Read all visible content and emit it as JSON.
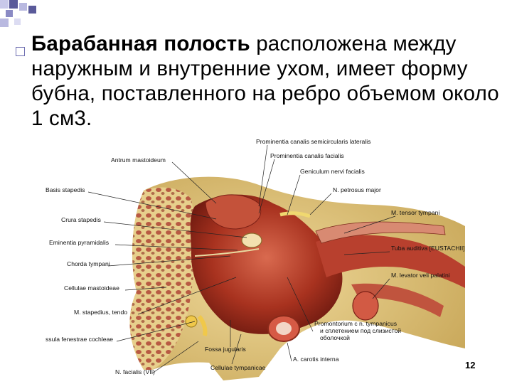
{
  "slide": {
    "title_bold": "Барабанная  полость",
    "title_rest": " расположена между наружным и внутренние ухом, имеет  форму  бубна,  поставленного на ребро объемом около 1 см3.",
    "page_number": "12"
  },
  "figure": {
    "labels_left": [
      "Antrum mastoideum",
      "Basis stapedis",
      "Crura stapedis",
      "Eminentia pyramidalis",
      "Chorda tympani",
      "Cellulae mastoideae",
      "M. stapedius, tendo",
      "ssula fenestrae cochleae",
      "N. facialis (VII)"
    ],
    "labels_top": [
      "Prominentia canalis semicircularis lateralis",
      "Prominentia canalis facialis",
      "Geniculum nervi facialis",
      "N. petrosus major"
    ],
    "labels_right": [
      "M. tensor tympani",
      "Tuba auditiva [EUSTACHII]",
      "M. levator veli palatini"
    ],
    "labels_bottom": [
      "Promontorium с n. tympanicus",
      "и сплетением под слизистой",
      "оболочкой",
      "Fossa jugularis",
      "A. carotis interna",
      "Cellulae tympanicae"
    ]
  },
  "colors": {
    "square_dark": "#5a5a9a",
    "square_light": "#b9b9e0",
    "bone": "#d8c27a",
    "tissue": "#b8402e"
  }
}
